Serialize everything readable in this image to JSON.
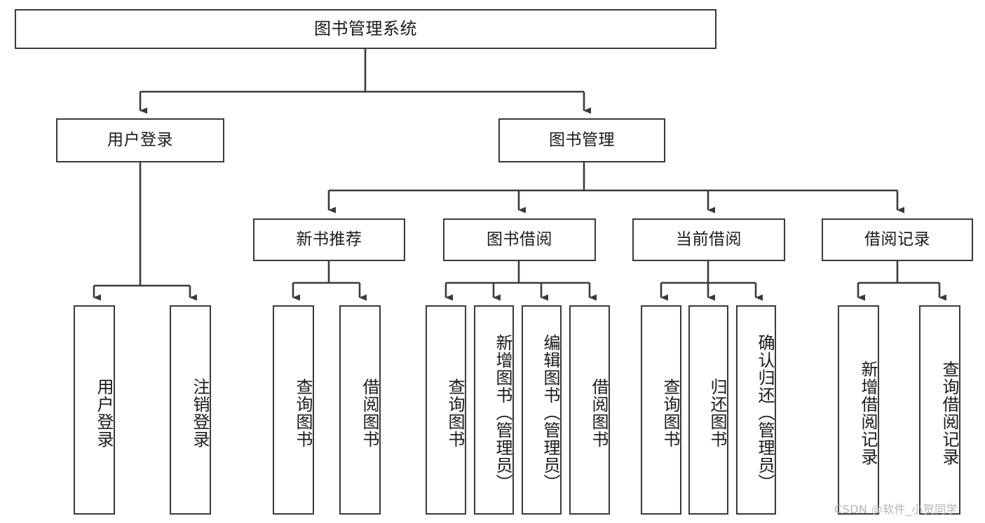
{
  "diagram": {
    "title": "图书管理系统",
    "watermark": "CSDN @软件_小贺同学",
    "line_color": "#3a3a3a",
    "box_border_color": "#3a3a3a",
    "box_fill_color": "#ffffff",
    "text_color": "#1a1a1a",
    "background_color": "#ffffff",
    "root": {
      "label": "图书管理系统"
    },
    "level2": [
      {
        "label": "用户登录"
      },
      {
        "label": "图书管理"
      }
    ],
    "level3": [
      {
        "label": "新书推荐"
      },
      {
        "label": "图书借阅"
      },
      {
        "label": "当前借阅"
      },
      {
        "label": "借阅记录"
      }
    ],
    "leaves": {
      "user_login": [
        {
          "label": "用户登录"
        },
        {
          "label": "注销登录"
        }
      ],
      "new_book_recommend": [
        {
          "label": "查询图书"
        },
        {
          "label": "借阅图书"
        }
      ],
      "book_borrow": [
        {
          "label": "查询图书"
        },
        {
          "label": "新增图书（管理员）"
        },
        {
          "label": "编辑图书（管理员）"
        },
        {
          "label": "借阅图书"
        }
      ],
      "current_borrow": [
        {
          "label": "查询图书"
        },
        {
          "label": "归还图书"
        },
        {
          "label": "确认归还（管理员）"
        }
      ],
      "borrow_record": [
        {
          "label": "新增借阅记录"
        },
        {
          "label": "查询借阅记录"
        }
      ]
    }
  }
}
